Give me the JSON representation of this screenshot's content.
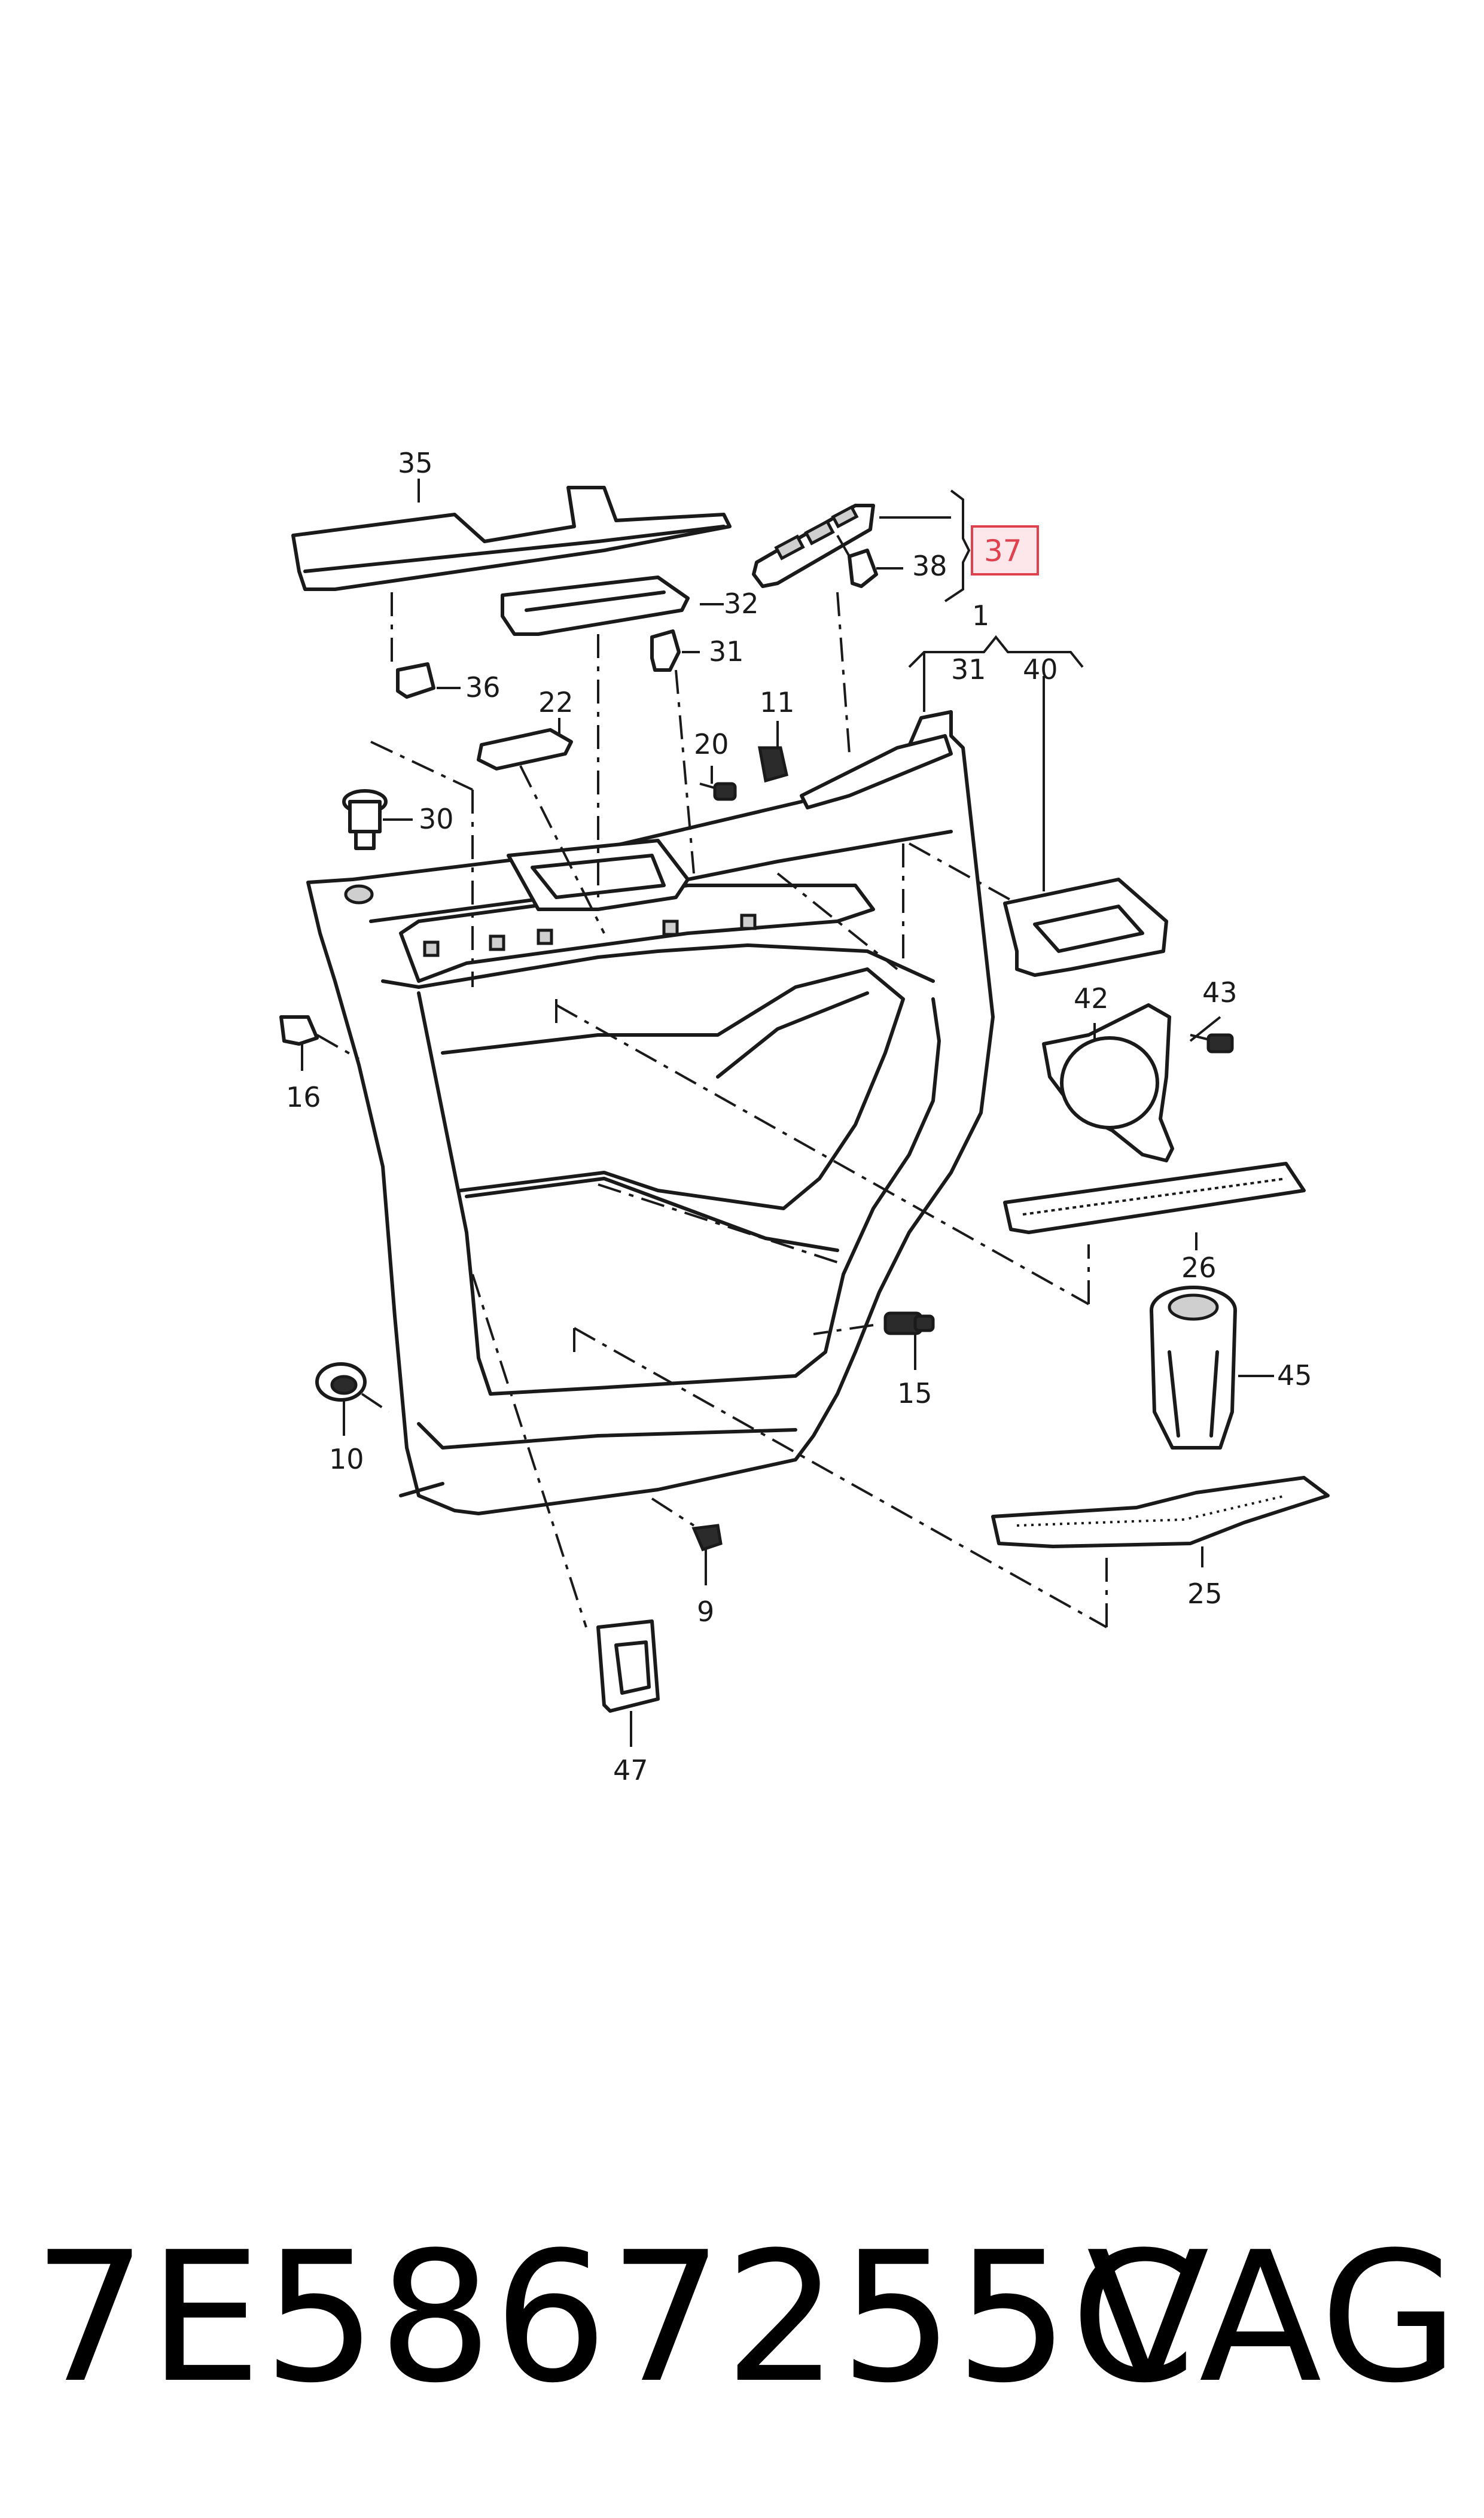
{
  "diagram": {
    "callouts": [
      "35",
      "37",
      "38",
      "32",
      "31",
      "36",
      "22",
      "11",
      "20",
      "1",
      "31",
      "40",
      "30",
      "16",
      "42",
      "43",
      "26",
      "15",
      "45",
      "10",
      "9",
      "25",
      "47"
    ],
    "highlighted_callout": "37"
  },
  "footer": {
    "part_number": "7E5867255C",
    "brand": "VAG"
  },
  "colors": {
    "highlight": "#e0414f",
    "highlight_fill": "#fde7ea",
    "ink": "#1a1a1a"
  }
}
